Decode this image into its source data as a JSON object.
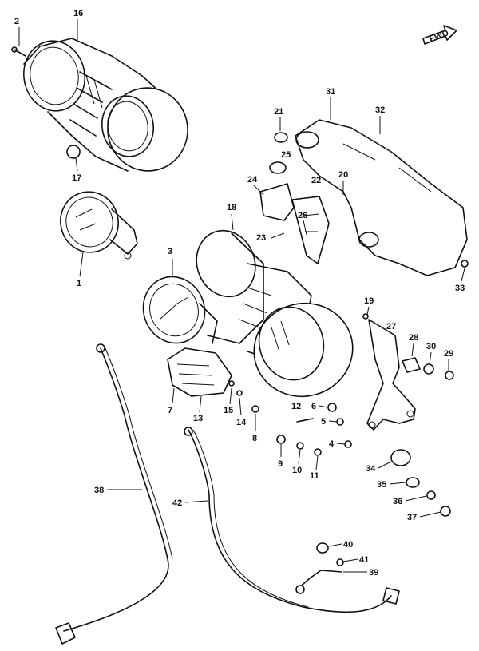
{
  "diagram": {
    "fwd_label": "FWD",
    "callouts": [
      "1",
      "2",
      "3",
      "4",
      "5",
      "6",
      "7",
      "8",
      "9",
      "10",
      "11",
      "12",
      "13",
      "14",
      "15",
      "16",
      "17",
      "18",
      "19",
      "20",
      "21",
      "22",
      "23",
      "24",
      "25",
      "26",
      "27",
      "28",
      "29",
      "30",
      "31",
      "32",
      "33",
      "34",
      "35",
      "36",
      "37",
      "38",
      "39",
      "40",
      "41",
      "42"
    ]
  }
}
